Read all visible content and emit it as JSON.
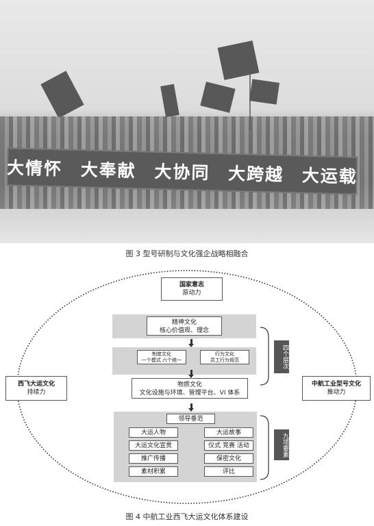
{
  "photo": {
    "banner_text": "大情怀 大奉献 大协同 大跨越 大运载"
  },
  "figure3_caption": "图 3 型号研制与文化强企战略相融合",
  "diagram": {
    "top": {
      "title": "国家意志",
      "subtitle": "原动力"
    },
    "left": {
      "title": "西飞大运文化",
      "subtitle": "持续力"
    },
    "right": {
      "title": "中航工业型号文化",
      "subtitle": "推动力"
    },
    "spirit": {
      "title": "精神文化",
      "subtitle": "核心价值观、理念"
    },
    "system": {
      "title": "制度文化",
      "subtitle": "一个模式 六个统一"
    },
    "behavior": {
      "title": "行为文化",
      "subtitle": "员工行为规范"
    },
    "material": {
      "title": "物质文化",
      "subtitle": "文化设施与环境、管理平台、VI 体系"
    },
    "four_levels": "四个层次",
    "lead": "领导垂范",
    "elements_left": [
      "大运人物",
      "大运文化宣贯",
      "推广传播",
      "素材积累"
    ],
    "elements_right": [
      "大运故事",
      "仪式 竞赛 活动",
      "保密文化",
      "评比"
    ],
    "nine_elements": "九项要素"
  },
  "figure4_caption": "图 4 中航工业西飞大运文化体系建设"
}
